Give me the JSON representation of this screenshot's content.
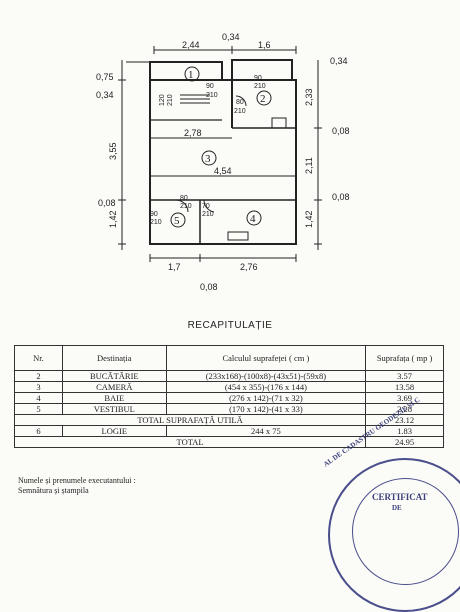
{
  "plan": {
    "top_dims": {
      "total": "0,34",
      "a": "2,44",
      "b": "1,6",
      "right": "0,34"
    },
    "left_dims": {
      "d1": "0,75",
      "d2": "0,34",
      "d3": "3,55",
      "d4": "0,08",
      "d5": "1,42"
    },
    "right_dims": {
      "d1": "2,33",
      "d2": "0,08",
      "d3": "2,11",
      "d4": "0,08",
      "d5": "1,42"
    },
    "inner_dims": {
      "w1": "2,78",
      "w2": "4,54"
    },
    "bottom_dims": {
      "a": "1,7",
      "b": "2,76",
      "c": "0,08"
    },
    "rooms": [
      "1",
      "2",
      "3",
      "4",
      "5"
    ],
    "doors": {
      "d1a": "90",
      "d1b": "210",
      "d2a": "120",
      "d2b": "210",
      "d3a": "80",
      "d3b": "210",
      "d4a": "90",
      "d4b": "210",
      "d5a": "70",
      "d5b": "210",
      "d6a": "80",
      "d6b": "210",
      "d7a": "90",
      "d7b": "210"
    }
  },
  "recap": {
    "title": "RECAPITULAȚIE",
    "headers": {
      "nr": "Nr.",
      "dest": "Destinația",
      "calc": "Calculul suprafeței ( cm )",
      "supr": "Suprafața ( mp )"
    },
    "rows": [
      {
        "nr": "2",
        "dest": "BUCĂTĂRIE",
        "calc": "(233x168)-(100x8)-(43x51)-(59x8)",
        "supr": "3.57"
      },
      {
        "nr": "3",
        "dest": "CAMERĂ",
        "calc": "(454 x 355)-(176 x 144)",
        "supr": "13.58"
      },
      {
        "nr": "4",
        "dest": "BAIE",
        "calc": "(276 x 142)-(71 x 32)",
        "supr": "3.69"
      },
      {
        "nr": "5",
        "dest": "VESTIBUL",
        "calc": "(170 x 142)-(41 x 33)",
        "supr": "2.28"
      }
    ],
    "total_util_label": "TOTAL SUPRAFAȚĂ UTILĂ",
    "total_util_value": "23.12",
    "logie": {
      "nr": "6",
      "dest": "LOGIE",
      "calc": "244 x 75",
      "supr": "1.83"
    },
    "total_label": "TOTAL",
    "total_value": "24.95"
  },
  "footer": {
    "line1": "Numele și prenumele executantului :",
    "line2": "Semnătura și ștampila"
  },
  "stamp": {
    "arc": "AL DE CADASTRU GEODEZIE ȘI C",
    "line1": "CERTIFICAT",
    "line2": "DE"
  }
}
